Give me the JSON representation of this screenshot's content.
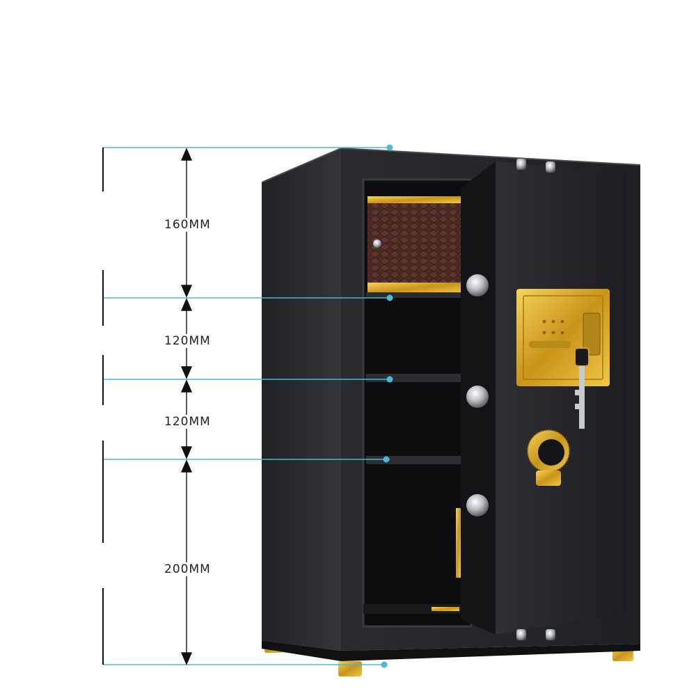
{
  "dimensions": [
    {
      "label": "160MM",
      "value_mm": 160
    },
    {
      "label": "120MM",
      "value_mm": 120
    },
    {
      "label": "120MM",
      "value_mm": 120
    },
    {
      "label": "200MM",
      "value_mm": 200
    }
  ],
  "colors": {
    "guide_line": "#4ab8d8",
    "safe_body": "#1b1c1e",
    "gold": "#d4a520",
    "background": "#ffffff"
  }
}
